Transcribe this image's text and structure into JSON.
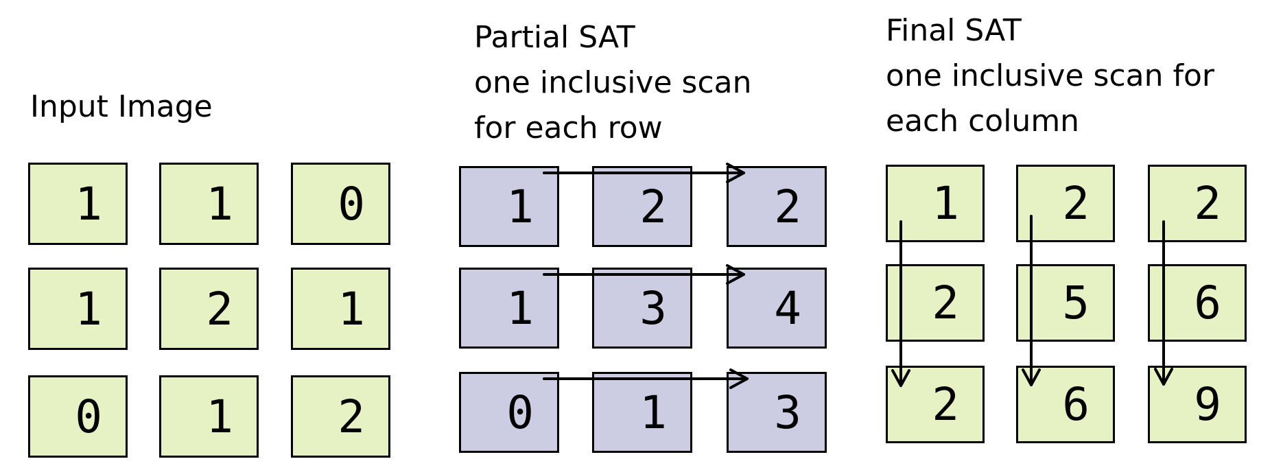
{
  "colors": {
    "input_fill": "#e6f2c3",
    "partial_fill": "#cccce3",
    "final_fill": "#e6f2c3",
    "border": "#000000",
    "arrow": "#000000"
  },
  "input": {
    "title_lines": [
      "Input Image"
    ],
    "grid": [
      [
        "1",
        "1",
        "0"
      ],
      [
        "1",
        "2",
        "1"
      ],
      [
        "0",
        "1",
        "2"
      ]
    ]
  },
  "partial": {
    "title_lines": [
      "Partial SAT",
      "one inclusive scan",
      "for each row"
    ],
    "grid": [
      [
        "1",
        "2",
        "2"
      ],
      [
        "1",
        "3",
        "4"
      ],
      [
        "0",
        "1",
        "3"
      ]
    ],
    "arrow_direction": "horizontal"
  },
  "final": {
    "title_lines": [
      "Final SAT",
      "one inclusive scan for",
      "each column"
    ],
    "grid": [
      [
        "1",
        "2",
        "2"
      ],
      [
        "2",
        "5",
        "6"
      ],
      [
        "2",
        "6",
        "9"
      ]
    ],
    "arrow_direction": "vertical"
  }
}
